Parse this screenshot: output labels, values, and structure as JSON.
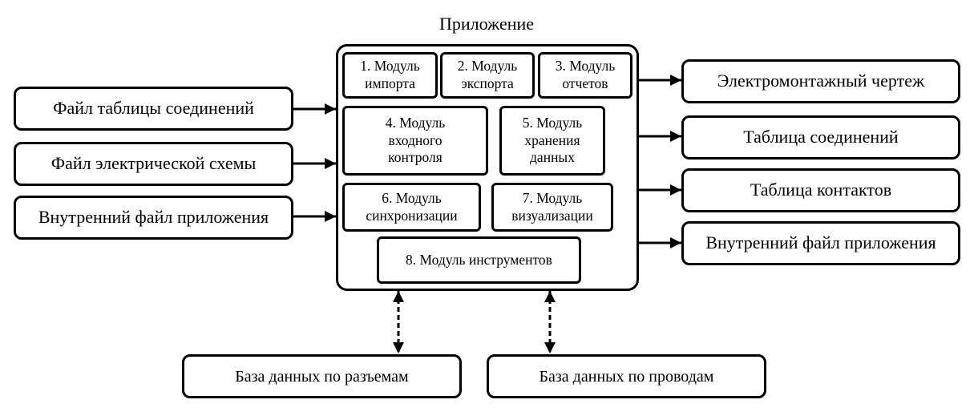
{
  "diagram": {
    "app_title": "Приложение",
    "inputs": [
      {
        "label": "Файл таблицы соединений"
      },
      {
        "label": "Файл электрической схемы"
      },
      {
        "label": "Внутренний файл приложения"
      }
    ],
    "modules": [
      {
        "label": "1. Модуль\nимпорта"
      },
      {
        "label": "2. Модуль\nэкспорта"
      },
      {
        "label": "3. Модуль\nотчетов"
      },
      {
        "label": "4. Модуль\nвходного\nконтроля"
      },
      {
        "label": "5. Модуль\nхранения\nданных"
      },
      {
        "label": "6. Модуль\nсинхронизации"
      },
      {
        "label": "7. Модуль\nвизуализации"
      },
      {
        "label": "8. Модуль инструментов"
      }
    ],
    "outputs": [
      {
        "label": "Электромонтажный чертеж"
      },
      {
        "label": "Таблица соединений"
      },
      {
        "label": "Таблица контактов"
      },
      {
        "label": "Внутренний файл приложения"
      }
    ],
    "databases": [
      {
        "label": "База данных по разъемам"
      },
      {
        "label": "База данных по проводам"
      }
    ],
    "colors": {
      "stroke": "#000000",
      "background": "#ffffff"
    }
  }
}
